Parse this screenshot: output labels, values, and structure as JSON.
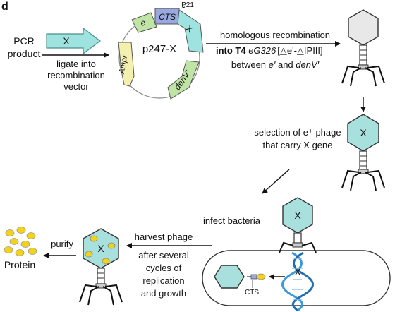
{
  "panel_letter": "d",
  "pcr": {
    "line1": "PCR",
    "line2": "product",
    "insert_label": "X"
  },
  "ligate": {
    "line1": "ligate into",
    "line2": "recombination",
    "line3": "vector"
  },
  "plasmid": {
    "name": "p247-X",
    "segments": {
      "e": "e",
      "cts": "CTS",
      "x": "X",
      "denv": "denV'",
      "ampr": "Ampr"
    },
    "promoter": "P21"
  },
  "recombination": {
    "line1": "homologous recombination",
    "line2_prefix": "into T4 ",
    "line2_strain": "eG326",
    "line2_genotype": "[△e'-△IPIII]",
    "line3_prefix": "between ",
    "line3_e": "e'",
    "line3_and": " and ",
    "line3_denv": "denV'"
  },
  "selection": {
    "line1": "selection of e⁺ phage",
    "line2": "that carry X gene",
    "phage_label": "X"
  },
  "infect": {
    "label": "infect bacteria",
    "phage_label": "X",
    "dna_label": "X",
    "cts_label": "CTS"
  },
  "harvest": {
    "line1": "harvest phage",
    "line2": "after several",
    "line3": "cycles of",
    "line4": "replication",
    "line5": "and growth",
    "phage_label": "X"
  },
  "purify": {
    "label": "purify",
    "product": "Protein"
  },
  "colors": {
    "phage_head_empty": "#e8e8e8",
    "phage_head_x": "#a8e0de",
    "insert_arrow": "#9fe3e0",
    "cts_segment": "#9aa8e0",
    "green_segment": "#bfe4a6",
    "ampr_segment": "#f4f1b0",
    "protein": "#f2d21a",
    "dna_blue": "#3a9ad9"
  }
}
